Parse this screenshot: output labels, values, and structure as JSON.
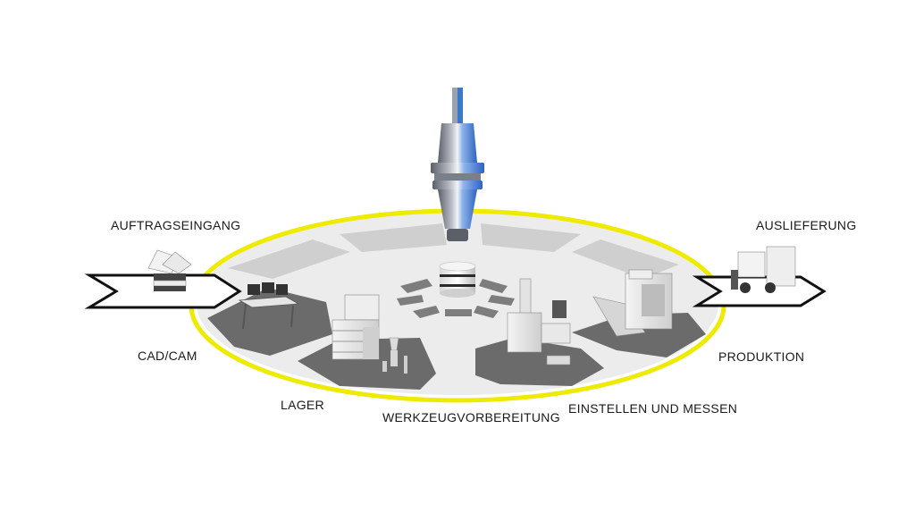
{
  "stations": {
    "auftragseingang": "AUFTRAGSEINGANG",
    "cadcam": "CAD/CAM",
    "lager": "LAGER",
    "werkzeugvorbereitung": "WERKZEUGVORBEREITUNG",
    "einstellen": "EINSTELLEN UND MESSEN",
    "produktion": "PRODUKTION",
    "auslieferung": "AUSLIEFERUNG"
  },
  "colors": {
    "ring": "#eeea00",
    "platform": "#ebebeb",
    "segment_light": "#cfcfcf",
    "segment_dark": "#6b6b6b",
    "arrow_stroke": "#111111",
    "tool_blue": "#3b78c8"
  },
  "icons": {
    "center": "database-icon",
    "tool": "tool-holder-icon"
  }
}
